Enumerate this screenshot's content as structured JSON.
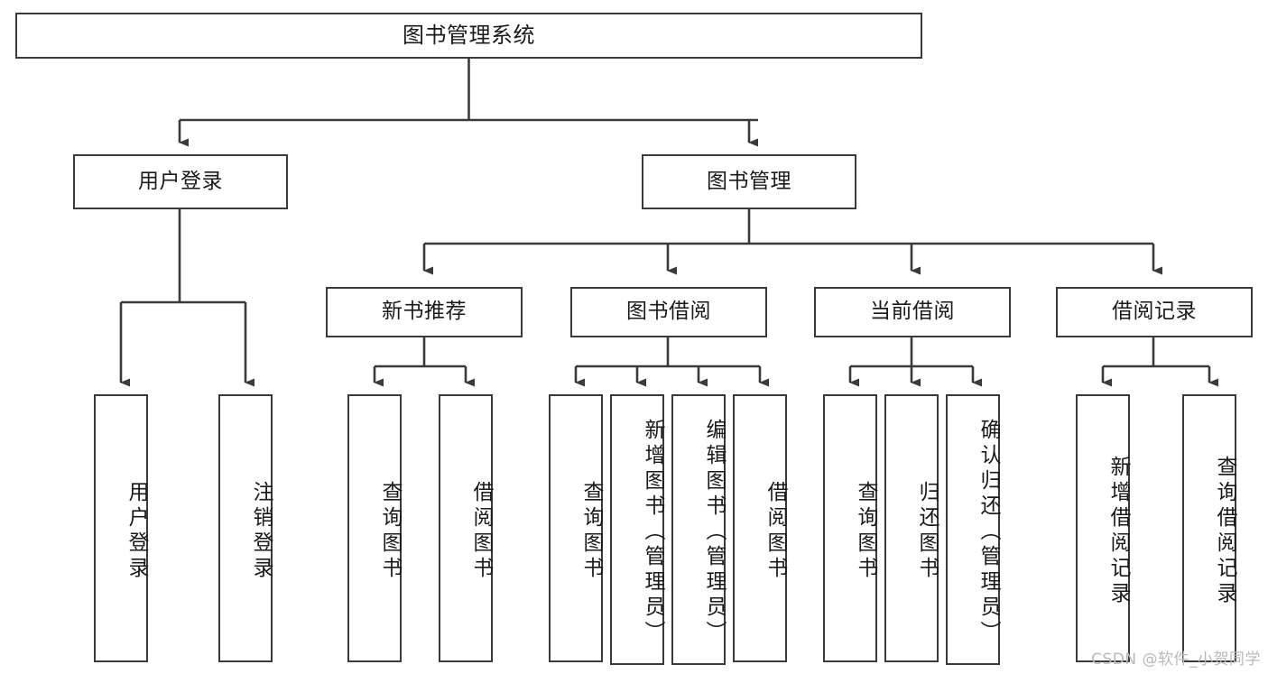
{
  "diagram": {
    "type": "tree-hierarchy-diagram",
    "title": "图书管理系统",
    "orientation": "top-down",
    "levels": 4,
    "root": {
      "label": "图书管理系统"
    },
    "level2": [
      {
        "label": "用户登录"
      },
      {
        "label": "图书管理"
      }
    ],
    "level3": [
      {
        "label": "新书推荐"
      },
      {
        "label": "图书借阅"
      },
      {
        "label": "当前借阅"
      },
      {
        "label": "借阅记录"
      }
    ],
    "leaves_user_login": [
      {
        "label": "用户登录"
      },
      {
        "label": "注销登录"
      }
    ],
    "leaves_new_book": [
      {
        "label": "查询图书"
      },
      {
        "label": "借阅图书"
      }
    ],
    "leaves_borrow": [
      {
        "label": "查询图书"
      },
      {
        "label": "新增图书（管理员）"
      },
      {
        "label": "编辑图书（管理员）"
      },
      {
        "label": "借阅图书"
      }
    ],
    "leaves_current": [
      {
        "label": "查询图书"
      },
      {
        "label": "归还图书"
      },
      {
        "label": "确认归还（管理员）"
      }
    ],
    "leaves_records": [
      {
        "label": "新增借阅记录"
      },
      {
        "label": "查询借阅记录"
      }
    ],
    "colors": {
      "stroke": "#3a3a3a",
      "background": "#ffffff",
      "text": "#1a1a1a",
      "watermark": "#b9b9b9"
    }
  },
  "watermark": {
    "text": "CSDN @软件_小贺同学"
  }
}
